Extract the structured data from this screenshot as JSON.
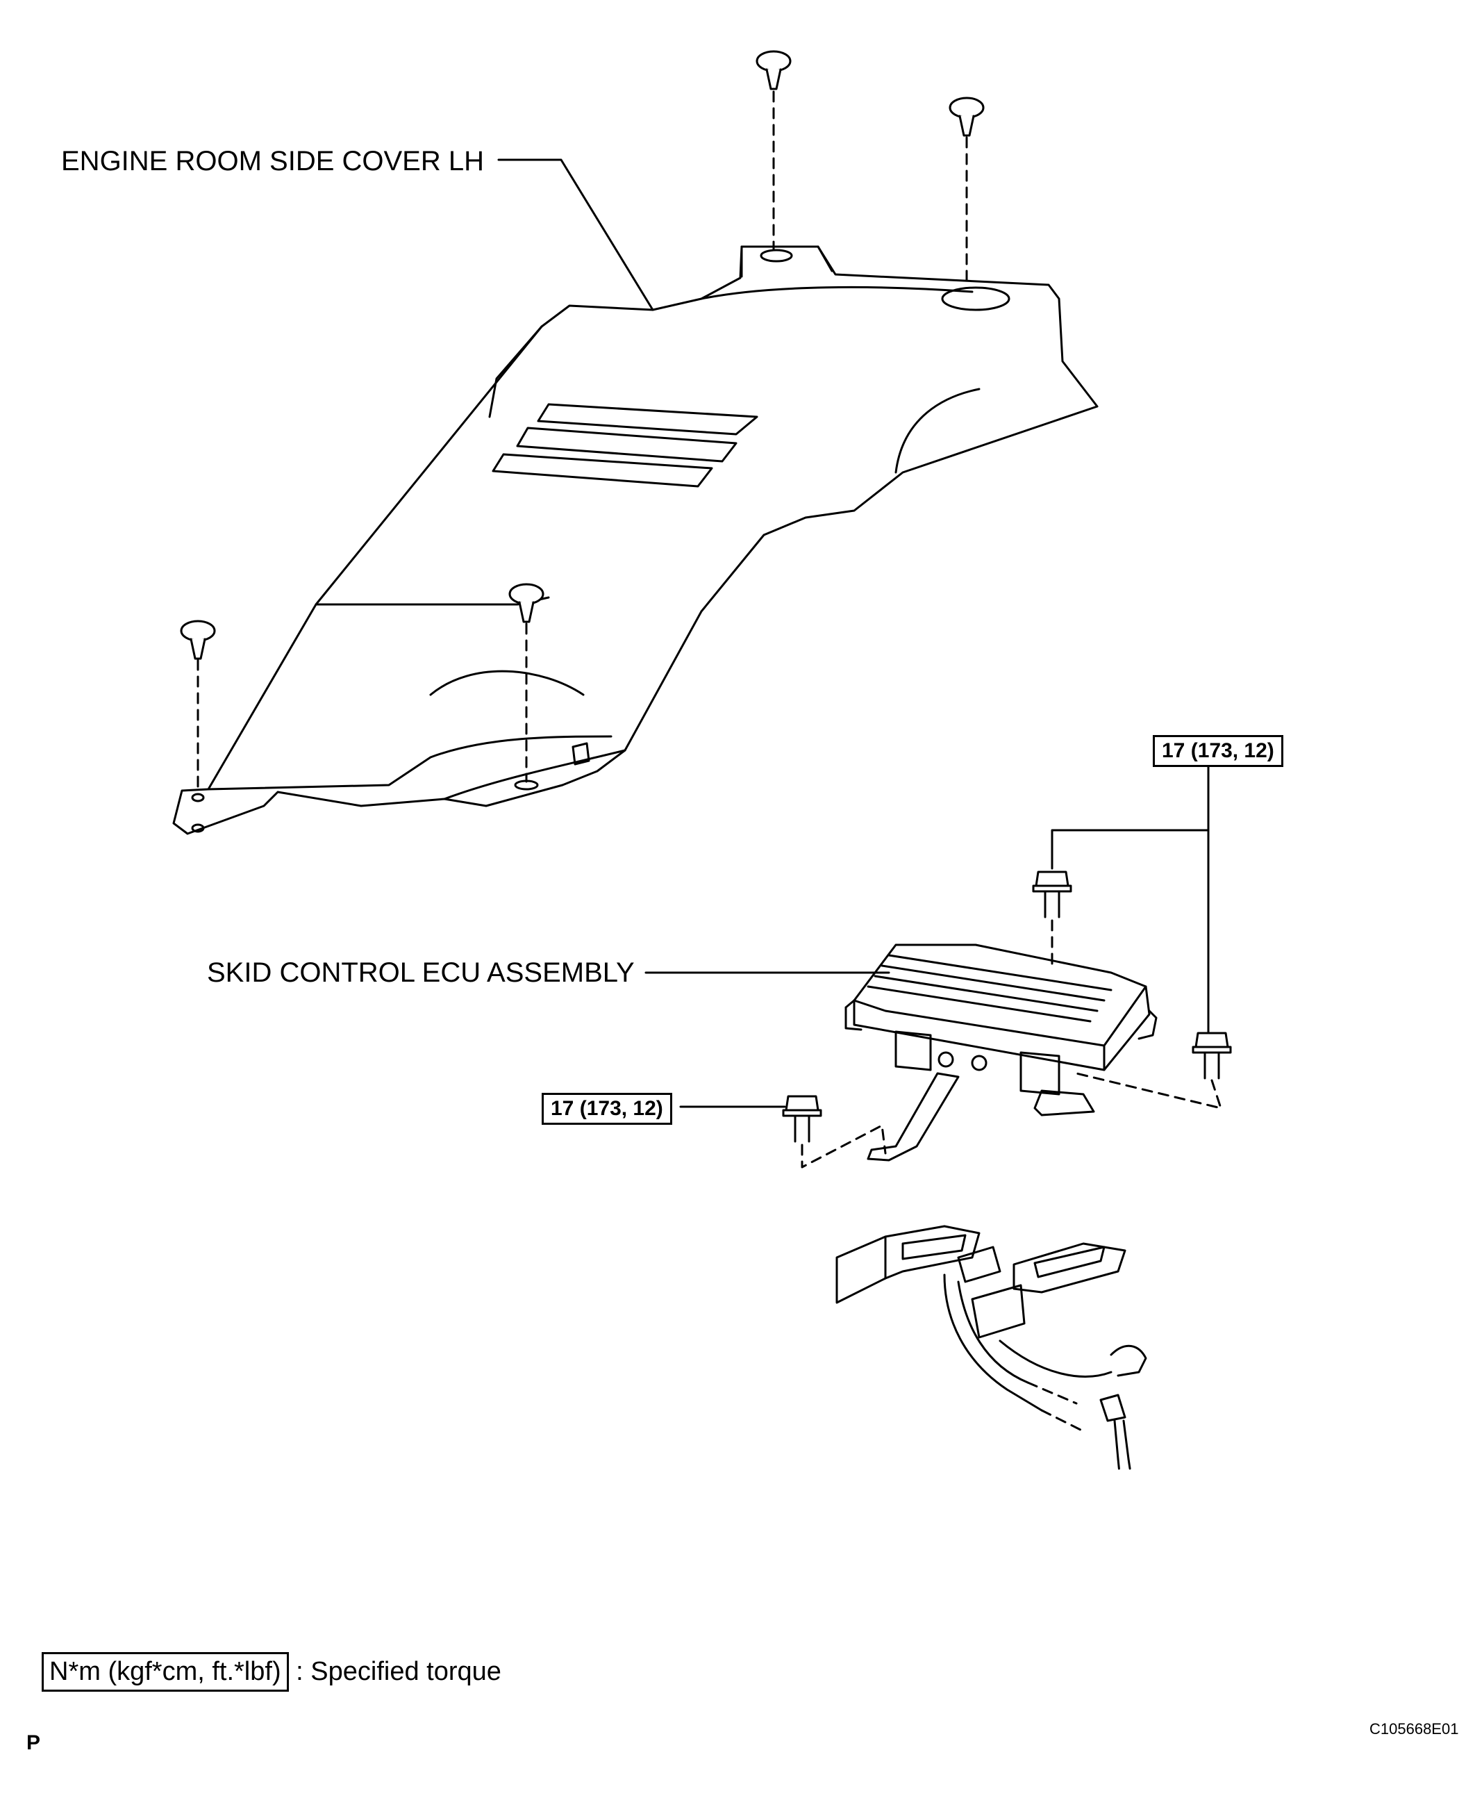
{
  "labels": {
    "cover": "ENGINE ROOM SIDE COVER LH",
    "ecu": "SKID CONTROL ECU ASSEMBLY"
  },
  "torque": {
    "upper": "17 (173, 12)",
    "lower": "17 (173, 12)"
  },
  "legend": {
    "unit": "N*m (kgf*cm, ft.*lbf)",
    "text": ": Specified torque"
  },
  "corner": {
    "left": "P",
    "right": "C105668E01"
  }
}
